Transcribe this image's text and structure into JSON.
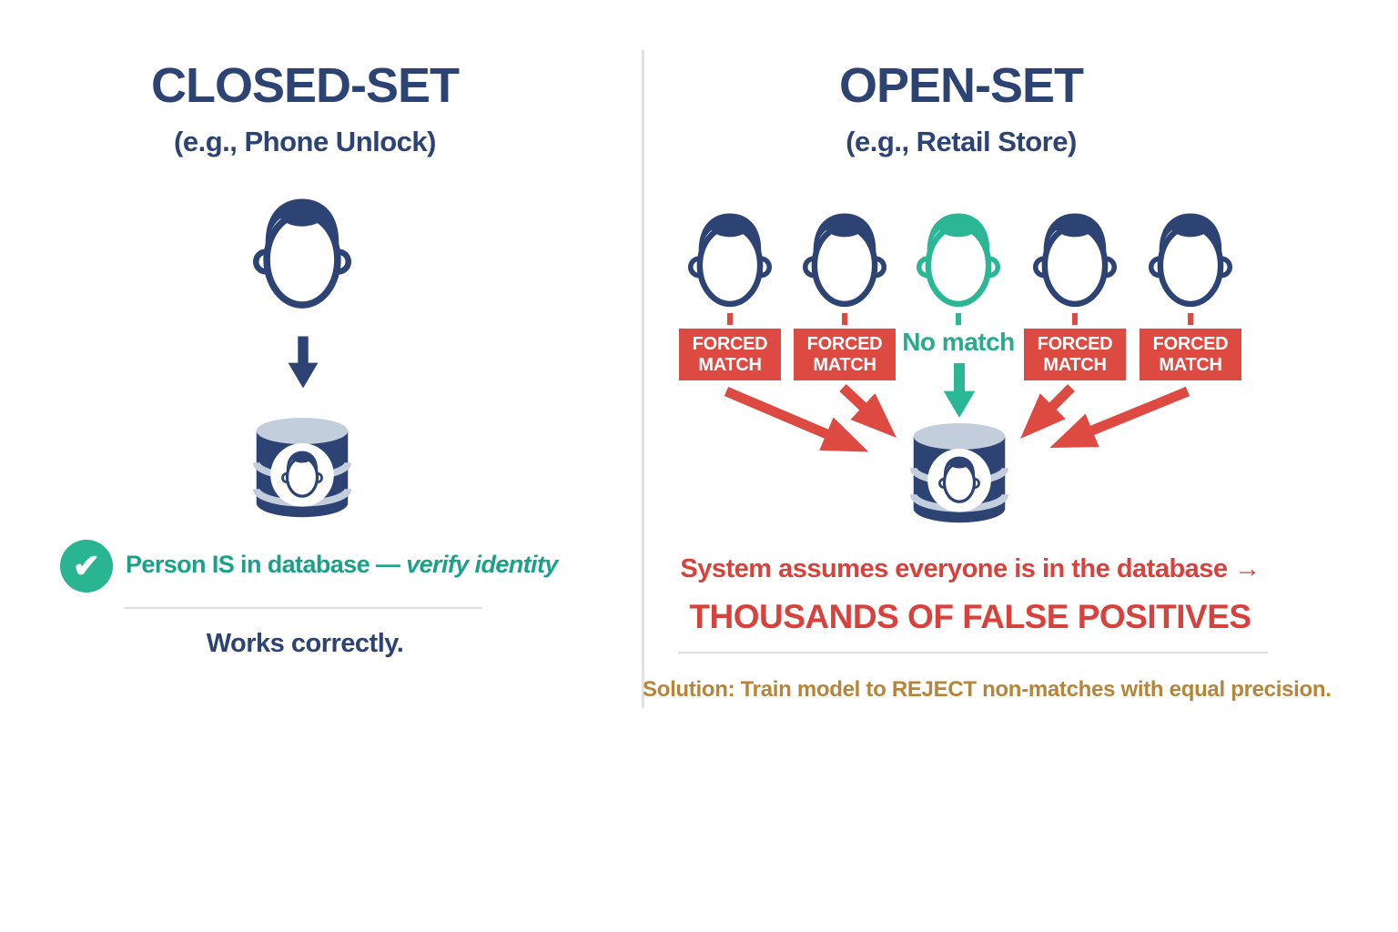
{
  "left_panel": {
    "title": "CLOSED-SET",
    "subtitle": "(e.g., Phone Unlock)",
    "check_icon": "checkmark-icon",
    "check_text": "Person IS in database — ",
    "check_text_italic": "verify identity",
    "footer": "Works correctly."
  },
  "right_panel": {
    "title": "OPEN-SET",
    "subtitle": "(e.g., Retail Store)",
    "persons": [
      {
        "label": "FORCED MATCH",
        "type": "forced-match"
      },
      {
        "label": "FORCED MATCH",
        "type": "forced-match"
      },
      {
        "label": "No match",
        "type": "no-match"
      },
      {
        "label": "FORCED MATCH",
        "type": "forced-match"
      },
      {
        "label": "FORCED MATCH",
        "type": "forced-match"
      }
    ],
    "result_line1": "System assumes everyone is in the database →",
    "result_line2": "THOUSANDS OF FALSE POSITIVES",
    "solution": "Solution: Train model to REJECT non-matches with equal precision."
  },
  "icons": {
    "person": "person-head-icon",
    "database": "face-database-icon",
    "down_arrow": "down-arrow-icon",
    "red_arrow": "red-arrow-icon"
  },
  "colors": {
    "navy": "#2d4373",
    "teal": "#29b492",
    "teal_text": "#1aa188",
    "red": "#dc4a42",
    "red_text": "#d8423d",
    "gold": "#b5853c",
    "db_top": "#c3cedd",
    "divider": "#e2e2e2"
  }
}
